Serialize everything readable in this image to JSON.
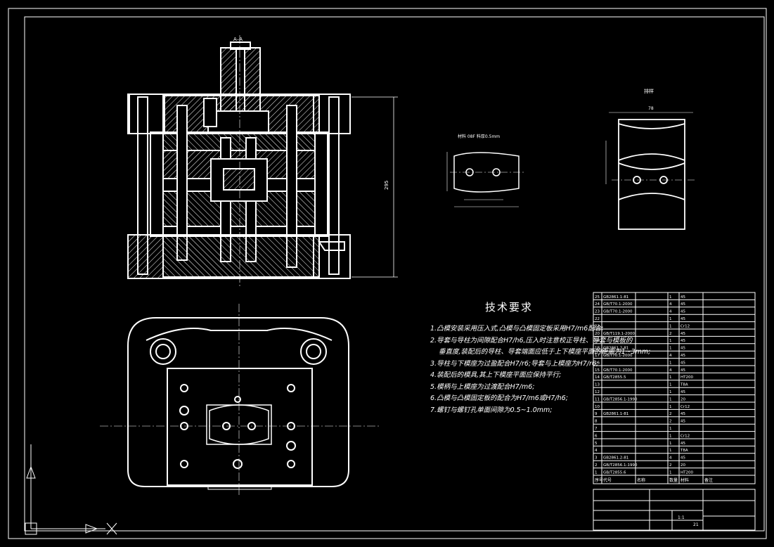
{
  "colors": {
    "background": "#000000",
    "lines": "#ffffff"
  },
  "drawing": {
    "section_label": "A–A",
    "strip_label": "排样",
    "part_note": "材料 08F  料厚0.5mm",
    "height_dim": "295",
    "strip_width_dim": "78"
  },
  "requirements": {
    "title": "技术要求",
    "items": [
      "1.凸模安装采用压入式,凸模与凸模固定板采用H7/m6配合;",
      "2.导套与导柱为间隙配合H7/h6,压入时注意校正导柱、导套与模板的",
      "垂直度,装配后的导柱、导套端面应低于上下模座平面的距离为1~3mm;",
      "3.导柱与下模座为过盈配合H7/r6;导套与上模座为H7/r6;",
      "4.装配后的模具,其上下模座平面应保持平行;",
      "5.模柄与上模座为过渡配合H7/m6;",
      "6.凸模与凸模固定板的配合为H7/m6或H7/h6;",
      "7.螺钉与螺钉孔单面间隙为0.5~1.0mm;"
    ]
  },
  "bom": {
    "header": [
      "序号",
      "代号",
      "名称",
      "数量",
      "材料",
      "备注"
    ],
    "rows": [
      [
        "25",
        "GB2861.1-81",
        "",
        "1",
        "45",
        ""
      ],
      [
        "24",
        "GB/T70.1-2000",
        "",
        "4",
        "45",
        ""
      ],
      [
        "23",
        "GB/T70.1-2000",
        "",
        "4",
        "45",
        ""
      ],
      [
        "22",
        "",
        "",
        "1",
        "45",
        ""
      ],
      [
        "21",
        "",
        "",
        "1",
        "Cr12",
        ""
      ],
      [
        "20",
        "GB/T119.1-2000",
        "",
        "2",
        "45",
        ""
      ],
      [
        "19",
        "",
        "",
        "1",
        "45",
        ""
      ],
      [
        "18",
        "GB2861.2-81",
        "",
        "1",
        "45",
        ""
      ],
      [
        "17",
        "GB/T70.1-2000",
        "",
        "4",
        "45",
        ""
      ],
      [
        "16",
        "",
        "",
        "1",
        "45",
        ""
      ],
      [
        "15",
        "GB/T70.1-2000",
        "",
        "4",
        "45",
        ""
      ],
      [
        "14",
        "GB/T2855.5",
        "",
        "1",
        "HT200",
        ""
      ],
      [
        "13",
        "",
        "",
        "1",
        "T8A",
        ""
      ],
      [
        "12",
        "",
        "",
        "1",
        "45",
        ""
      ],
      [
        "11",
        "GB/T2856.1-1990",
        "",
        "1",
        "20",
        ""
      ],
      [
        "10",
        "",
        "",
        "1",
        "Cr12",
        ""
      ],
      [
        "9",
        "GB2861.1-81",
        "",
        "2",
        "45",
        ""
      ],
      [
        "8",
        "",
        "",
        "2",
        "45",
        ""
      ],
      [
        "7",
        "",
        "",
        "1",
        "",
        ""
      ],
      [
        "6",
        "",
        "",
        "1",
        "Cr12",
        ""
      ],
      [
        "5",
        "",
        "",
        "1",
        "45",
        ""
      ],
      [
        "4",
        "",
        "",
        "1",
        "T8A",
        ""
      ],
      [
        "3",
        "GB2861.2-81",
        "",
        "4",
        "45",
        ""
      ],
      [
        "2",
        "GB/T2856.1-1990",
        "",
        "2",
        "20",
        ""
      ],
      [
        "1",
        "GB/T2855.6",
        "",
        "1",
        "HT200",
        ""
      ]
    ]
  },
  "title_block": {
    "scale": "1:1",
    "sheet": "21"
  }
}
